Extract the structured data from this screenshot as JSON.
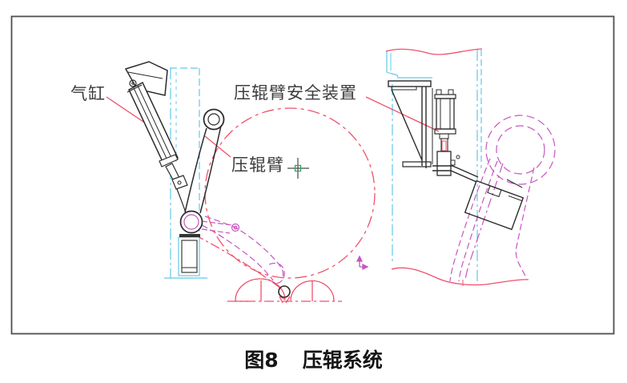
{
  "figure": {
    "caption": {
      "figure_label": "图8",
      "title": "压辊系统"
    },
    "annotations": [
      {
        "id": "air-cylinder",
        "text": "气缸"
      },
      {
        "id": "safety-device",
        "text": "压辊臂安全装置"
      },
      {
        "id": "roller-arm",
        "text": "压辊臂"
      }
    ],
    "markers": {
      "center_mark": "center-point-marker",
      "ucs": "ucs-axis-marker"
    },
    "colors": {
      "outline_black": "#2b2b2b",
      "centerline_cyan": "#62c9e5",
      "ghost_magenta": "#c657c0",
      "annotation_red": "#f0506a",
      "center_mark_green": "#2fa366",
      "border_gray": "#4f4f4f"
    }
  }
}
